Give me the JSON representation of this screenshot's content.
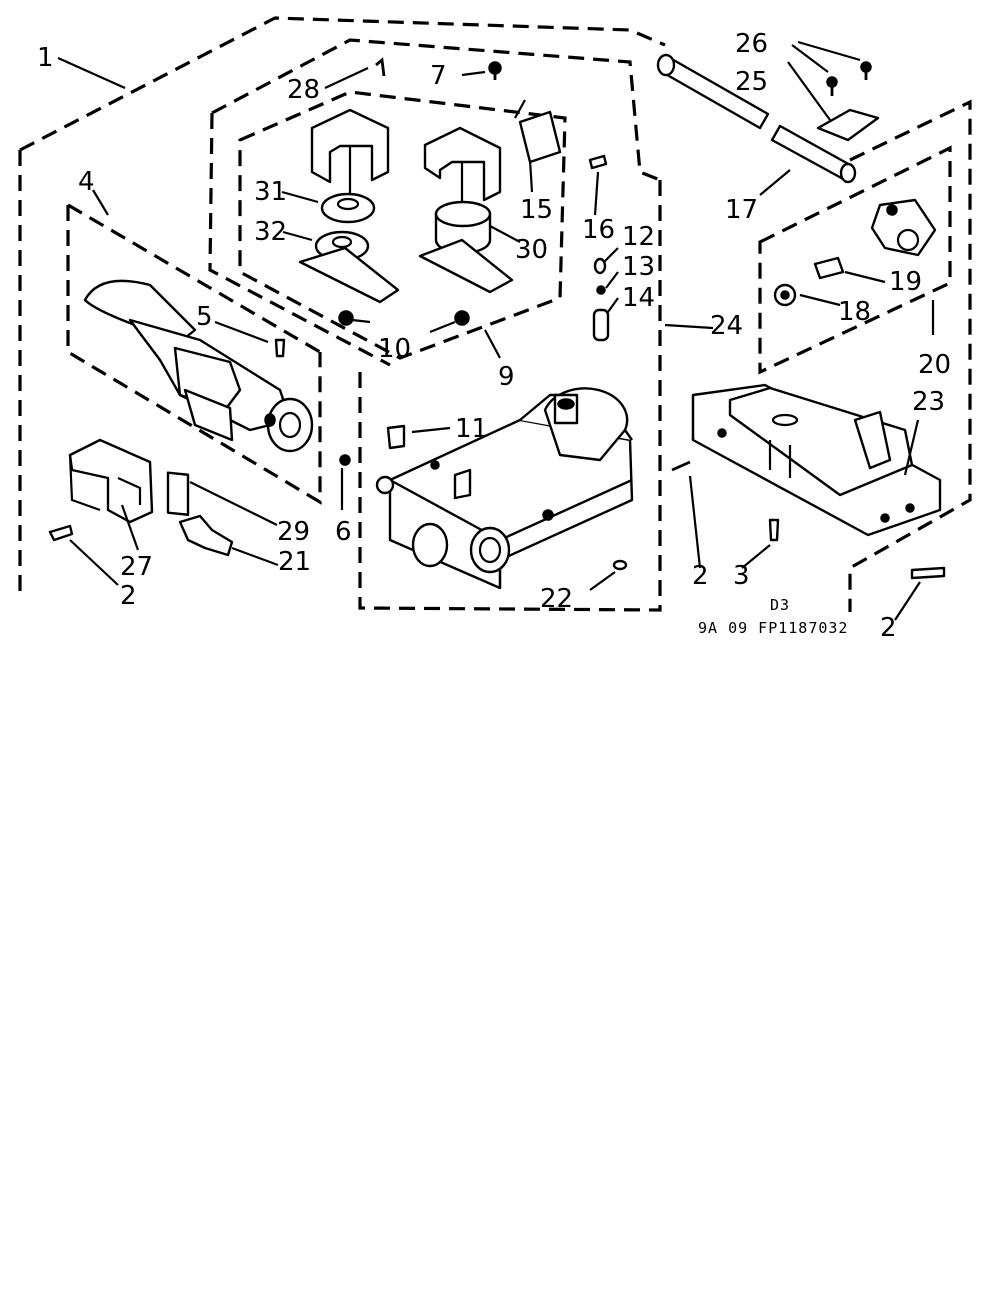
{
  "diagram": {
    "callouts": [
      "1",
      "2",
      "3",
      "4",
      "5",
      "6",
      "7",
      "9",
      "10",
      "11",
      "12",
      "13",
      "14",
      "15",
      "16",
      "17",
      "18",
      "19",
      "20",
      "21",
      "22",
      "23",
      "24",
      "25",
      "26",
      "27",
      "28",
      "29",
      "30",
      "31",
      "32"
    ],
    "labels": {
      "l1": "1",
      "l2a": "2",
      "l2b": "2",
      "l2c": "2",
      "l3": "3",
      "l4": "4",
      "l5": "5",
      "l6": "6",
      "l7": "7",
      "l9": "9",
      "l10": "10",
      "l11": "11",
      "l12": "12",
      "l13": "13",
      "l14": "14",
      "l15": "15",
      "l16": "16",
      "l17": "17",
      "l18": "18",
      "l19": "19",
      "l20": "20",
      "l21": "21",
      "l22": "22",
      "l23": "23",
      "l24": "24",
      "l25": "25",
      "l26": "26",
      "l27": "27",
      "l28": "28",
      "l29": "29",
      "l30": "30",
      "l31": "31",
      "l32": "32"
    },
    "code_d3": "D3",
    "code_ref": "9A 09 FP1187032"
  }
}
